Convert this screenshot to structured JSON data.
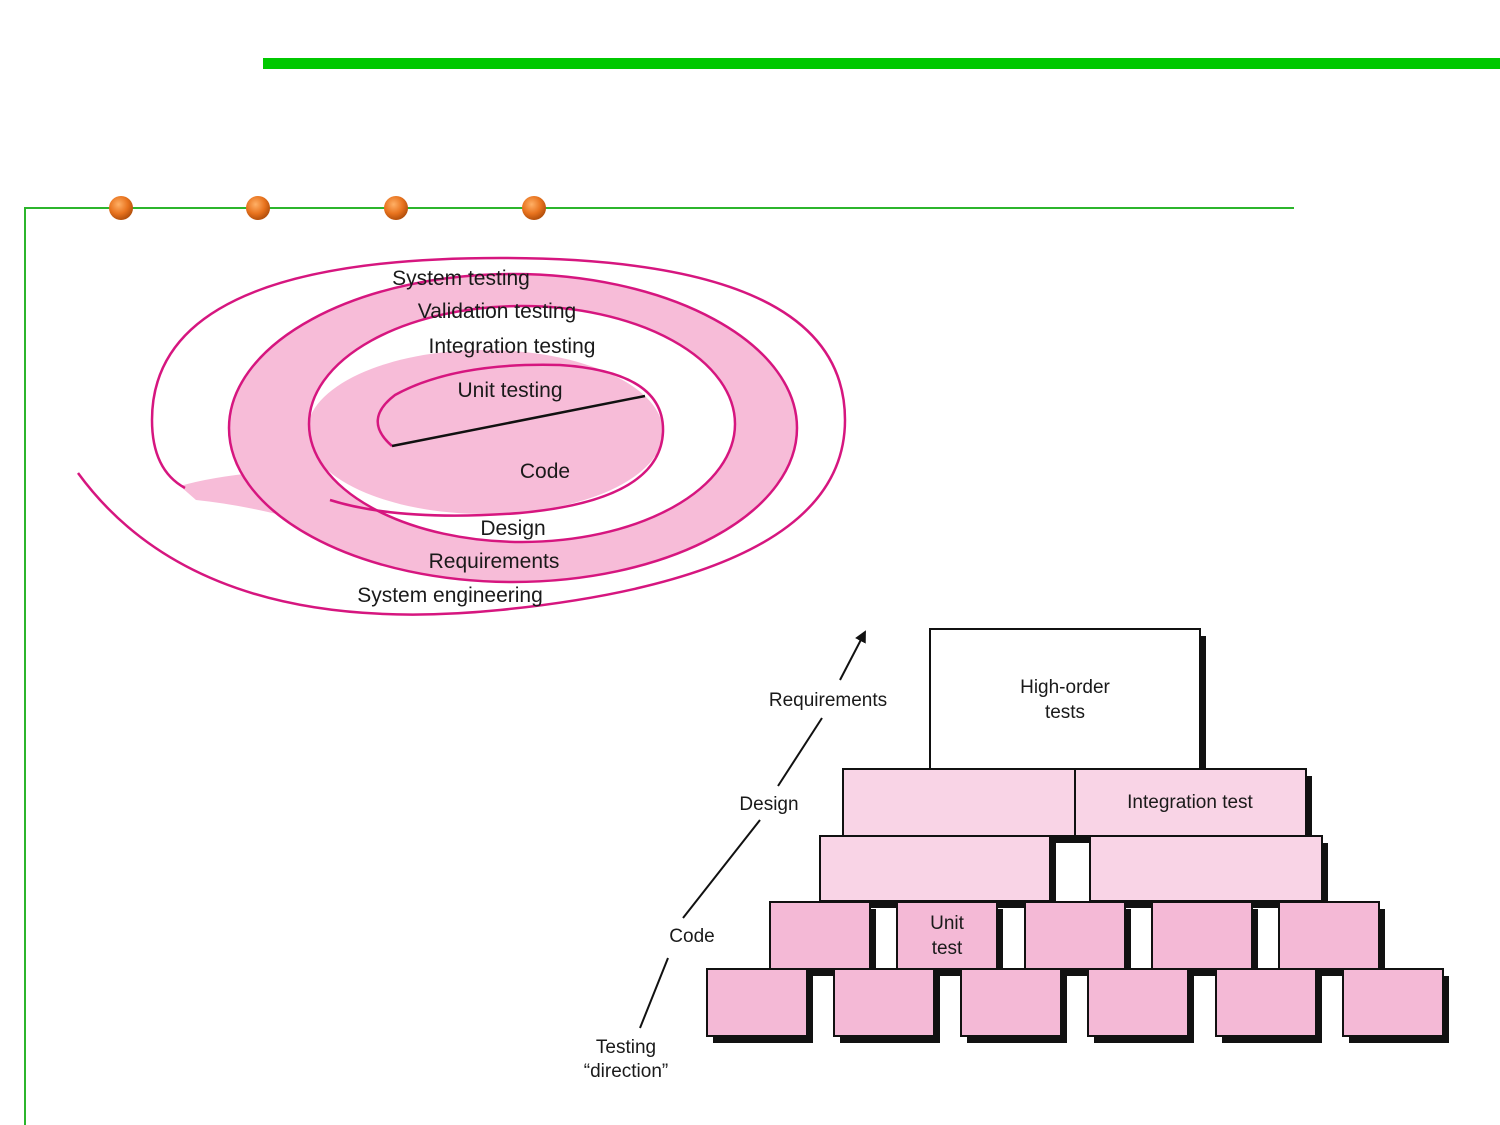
{
  "spiral": {
    "labels": {
      "system_testing": "System testing",
      "validation_testing": "Validation testing",
      "integration_testing": "Integration testing",
      "unit_testing": "Unit testing",
      "code": "Code",
      "design": "Design",
      "requirements": "Requirements",
      "system_engineering": "System engineering"
    }
  },
  "pyramid": {
    "high_order_line1": "High-order",
    "high_order_line2": "tests",
    "integration_test": "Integration test",
    "unit_line1": "Unit",
    "unit_line2": "test"
  },
  "direction": {
    "requirements": "Requirements",
    "design": "Design",
    "code": "Code",
    "testing_line1": "Testing",
    "testing_line2": "“direction”"
  },
  "colors": {
    "header_bar": "#00c800",
    "frame_line": "#2cb52c",
    "dot": "#e8731e",
    "spiral_stroke": "#d6167f",
    "spiral_fill": "#f7bcd8",
    "block_light": "#f9d4e6",
    "block_dark": "#f4b9d6"
  }
}
